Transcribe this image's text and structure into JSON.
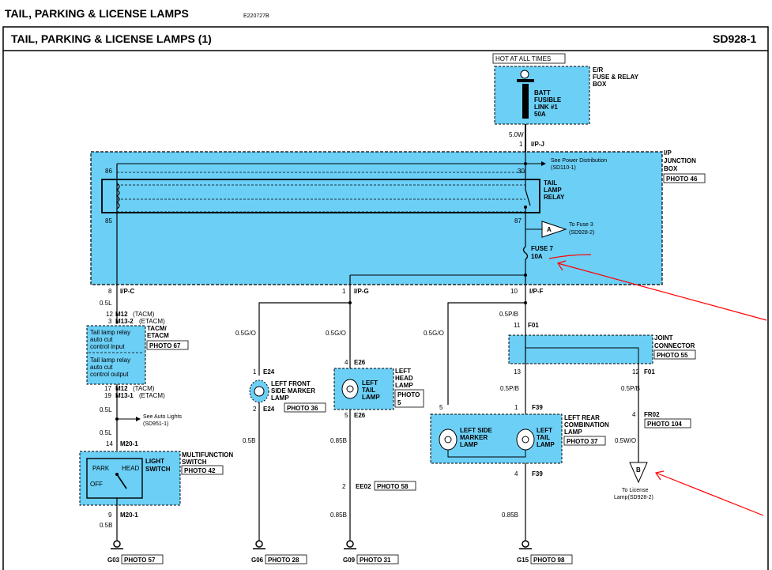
{
  "header": {
    "title": "TAIL, PARKING & LICENSE LAMPS",
    "code": "E220727B",
    "section_title": "TAIL, PARKING & LICENSE LAMPS (1)",
    "sd_number": "SD928-1"
  },
  "power": {
    "hot_label": "HOT AT ALL TIMES",
    "er_box": [
      "E/R",
      "FUSE & RELAY",
      "BOX"
    ],
    "fusible_link": [
      "BATT",
      "FUSIBLE",
      "LINK #1",
      "50A"
    ],
    "wire_top": "5.0W",
    "pin_top": "1",
    "conn_top": "I/P-J"
  },
  "junction": {
    "name": [
      "I/P",
      "JUNCTION",
      "BOX"
    ],
    "photo": "PHOTO 46",
    "relay": [
      "TAIL",
      "LAMP",
      "RELAY"
    ],
    "pin86": "86",
    "pin85": "85",
    "pin30": "30",
    "pin87": "87",
    "see_power": "See Power Distribution",
    "see_power_ref": "(SD110-1)",
    "fuse3_ref": "To Fuse 3",
    "fuse3_sd": "(SD928-2)",
    "conn_a": "A",
    "fuse": [
      "FUSE 7",
      "10A"
    ]
  },
  "left_branch": {
    "pin_c": "8",
    "conn_c": "I/P-C",
    "wire1": "0.5L",
    "m12_top": "12",
    "m12_top_label": "M12",
    "m12_top_suffix": "(TACM)",
    "m13_top": "3",
    "m13_top_label": "M13-2",
    "m13_top_suffix": "(ETACM)",
    "module_name": [
      "TACM/",
      "ETACM"
    ],
    "module_photo": "PHOTO 67",
    "input_text": [
      "Tail lamp relay",
      "auto cut",
      "control input"
    ],
    "output_text": [
      "Tail lamp relay",
      "auto cut",
      "control output"
    ],
    "m12_bot": "17",
    "m12_bot_label": "M12",
    "m12_bot_suffix": "(TACM)",
    "m13_bot": "19",
    "m13_bot_label": "M13-1",
    "m13_bot_suffix": "(ETACM)",
    "wire2": "0.5L",
    "see_auto": "See Auto Lights",
    "see_auto_ref": "(SD951-1)",
    "wire3": "0.5L",
    "m20_top_pin": "14",
    "m20_top": "M20-1",
    "switch_name": [
      "MULTIFUNCTION",
      "SWITCH"
    ],
    "switch_sub": [
      "LIGHT",
      "SWITCH"
    ],
    "switch_photo": "PHOTO 42",
    "park": "PARK",
    "head": "HEAD",
    "off": "OFF",
    "m20_bot_pin": "9",
    "m20_bot": "M20-1",
    "wire4": "0.5B",
    "ground": "G03",
    "ground_photo": "PHOTO 57"
  },
  "middle": {
    "pin_g": "1",
    "conn_g": "I/P-G",
    "front_wire": "0.5G/O",
    "e24_top_pin": "1",
    "e24_top": "E24",
    "front_lamp": [
      "LEFT FRONT",
      "SIDE MARKER",
      "LAMP"
    ],
    "e24_bot_pin": "2",
    "e24_bot": "E24",
    "front_photo": "PHOTO 36",
    "front_wire2": "0.5B",
    "g06": "G06",
    "g06_photo": "PHOTO 28",
    "head_wire": "0.5G/O",
    "e26_top_pin": "4",
    "e26_top": "E26",
    "head_lamp": [
      "LEFT",
      "HEAD",
      "LAMP"
    ],
    "tail_lamp": [
      "LEFT",
      "TAIL",
      "LAMP"
    ],
    "head_photo": [
      "PHOTO",
      "5"
    ],
    "e26_bot_pin": "5",
    "e26_bot": "E26",
    "head_wire2": "0.85B",
    "ee02_pin": "2",
    "ee02": "EE02",
    "ee02_photo": "PHOTO 58",
    "head_wire3": "0.85B",
    "g09": "G09",
    "g09_photo": "PHOTO 31"
  },
  "right": {
    "pin_f": "10",
    "conn_f": "I/P-F",
    "side_wire": "0.5G/O",
    "wire_f01": "0.5P/B",
    "f01_top_pin": "11",
    "f01_top": "F01",
    "joint": [
      "JOINT",
      "CONNECTOR"
    ],
    "joint_photo": "PHOTO 55",
    "pin13": "13",
    "pin12": "12",
    "f01_right": "F01",
    "wire_mid": "0.5P/B",
    "wire_lic": "0.5P/B",
    "f39_top_a": "5",
    "f39_top_b": "1",
    "f39_top": "F39",
    "side_marker": [
      "LEFT SIDE",
      "MARKER",
      "LAMP"
    ],
    "rear_tail": [
      "LEFT",
      "TAIL",
      "LAMP"
    ],
    "rear_combo": [
      "LEFT REAR",
      "COMBINATION",
      "LAMP"
    ],
    "rear_photo": "PHOTO 37",
    "f39_bot_pin": "4",
    "f39_bot": "F39",
    "wire_ground": "0.85B",
    "g15": "G15",
    "g15_photo": "PHOTO 98",
    "fr02_pin": "4",
    "fr02": "FR02",
    "fr02_photo": "PHOTO 104",
    "wire_wo": "0.5W/O",
    "conn_b": "B",
    "license_to": "To License",
    "license_ref": "Lamp(SD928-2)"
  },
  "colors": {
    "fill": "#6ccff6",
    "annotation": "#ff0000"
  }
}
